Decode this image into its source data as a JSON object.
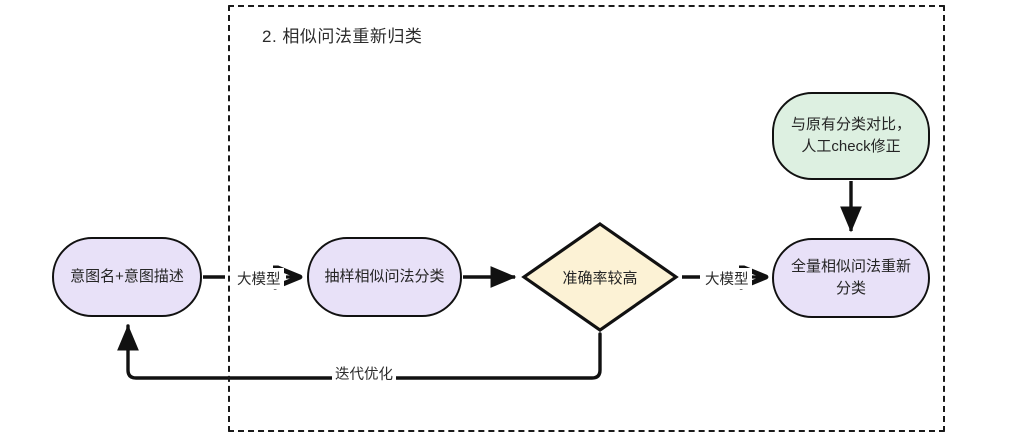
{
  "diagram": {
    "type": "flowchart",
    "group": {
      "title": "2. 相似问法重新归类",
      "border_style": "dashed",
      "border_color": "#1a1a1a"
    },
    "colors": {
      "purple_fill": "#e8e1f8",
      "green_fill": "#ddf0e1",
      "beige_fill": "#fcf2d5",
      "stroke": "#111111",
      "text": "#252525",
      "background": "#ffffff"
    },
    "nodes": [
      {
        "id": "intent-source",
        "label": "意图名+意图描述",
        "shape": "stadium",
        "fill": "#e8e1f8"
      },
      {
        "id": "sample-classify",
        "label": "抽样相似问法分类",
        "shape": "stadium",
        "fill": "#e8e1f8"
      },
      {
        "id": "accuracy-check",
        "label": "准确率较高",
        "shape": "diamond",
        "fill": "#fcf2d5"
      },
      {
        "id": "manual-check",
        "label": "与原有分类对比，\n人工check修正",
        "shape": "stadium",
        "fill": "#ddf0e1"
      },
      {
        "id": "full-reclassify",
        "label": "全量相似问法重新\n分类",
        "shape": "stadium",
        "fill": "#e8e1f8"
      }
    ],
    "edges": [
      {
        "id": "e1",
        "from": "intent-source",
        "to": "sample-classify",
        "label": "大模型"
      },
      {
        "id": "e2",
        "from": "sample-classify",
        "to": "accuracy-check",
        "label": ""
      },
      {
        "id": "e3",
        "from": "accuracy-check",
        "to": "full-reclassify",
        "label": "大模型"
      },
      {
        "id": "e4",
        "from": "manual-check",
        "to": "full-reclassify",
        "label": ""
      },
      {
        "id": "e5",
        "from": "accuracy-check",
        "to": "intent-source",
        "label": "迭代优化"
      }
    ]
  }
}
